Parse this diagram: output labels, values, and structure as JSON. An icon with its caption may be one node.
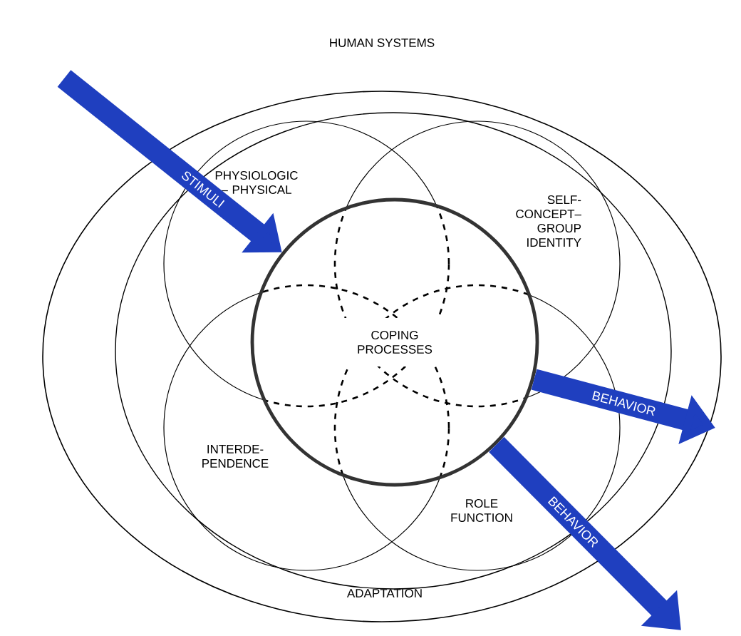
{
  "diagram": {
    "nodes": [
      {
        "text": [
          "HUMAN SYSTEMS",
          "ADAPTATION"
        ]
      },
      {
        "text": [],
        "shape": "ellipse",
        "in": 0
      },
      {
        "text": [
          "PHYSIOLOGIC – PHYSICAL"
        ],
        "in": 1
      },
      {
        "text": [
          "SELF- CONCEPT– GROUP IDENTITY"
        ],
        "in": 1
      },
      {
        "text": [
          "INTERDE- PENDENCE"
        ],
        "in": 1
      },
      {
        "text": [
          "ROLE FUNCTION"
        ],
        "in": 1
      },
      {
        "text": [
          "COPING PROCESSES"
        ],
        "in": 1
      }
    ],
    "edges": [
      {
        "from": null,
        "to": 6,
        "arrow": "to",
        "label": "STIMULI"
      },
      {
        "from": 6,
        "to": null,
        "arrow": "to",
        "label": "BEHAVIOR"
      },
      {
        "from": 6,
        "to": null,
        "arrow": "to",
        "label": "BEHAVIOR"
      }
    ]
  }
}
